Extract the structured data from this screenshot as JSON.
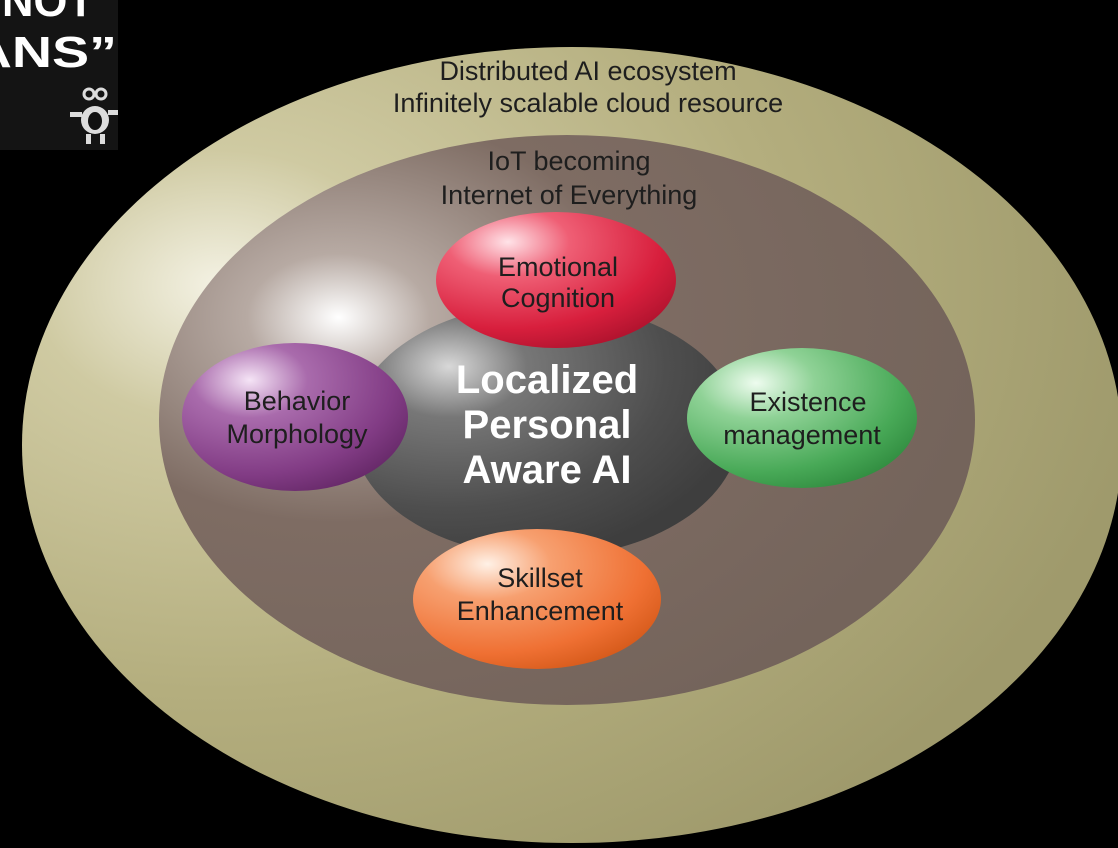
{
  "logo": {
    "line1": "NOT",
    "line2": "HUMANS”"
  },
  "outer_ring": {
    "line1": "Distributed AI ecosystem",
    "line2": "Infinitely scalable cloud resource"
  },
  "middle_ring": {
    "line1": "IoT becoming",
    "line2": "Internet of Everything"
  },
  "center": {
    "line1": "Localized",
    "line2": "Personal",
    "line3": "Aware AI"
  },
  "nodes": {
    "emotional": {
      "line1": "Emotional",
      "line2": "Cognition"
    },
    "behavior": {
      "line1": "Behavior",
      "line2": "Morphology"
    },
    "existence": {
      "line1": "Existence",
      "line2": "management"
    },
    "skillset": {
      "line1": "Skillset",
      "line2": "Enhancement"
    }
  },
  "colors": {
    "background": "#000000",
    "outer_ring": "#b3ad7c",
    "middle_ring": "#7d6b62",
    "center": "#555555",
    "emotional": "#e0304a",
    "behavior": "#8a3f8c",
    "existence": "#4caf5a",
    "skillset": "#f07a3c",
    "text_dark": "#1c1c1c",
    "text_light": "#ffffff"
  }
}
